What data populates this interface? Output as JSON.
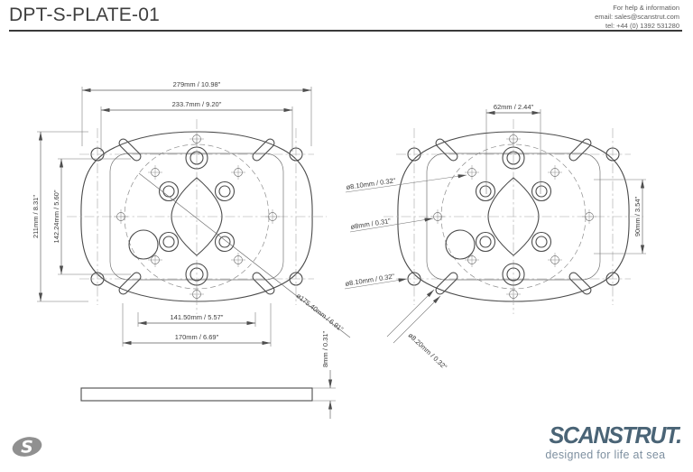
{
  "header": {
    "title": "DPT-S-PLATE-01",
    "contact": {
      "line1": "For help & information",
      "line2": "email: sales@scanstrut.com",
      "line3": "tel: +44 (0) 1392 531280"
    }
  },
  "front_view": {
    "width_outer": "279mm / 10.98\"",
    "width_inner": "233.7mm / 9.20\"",
    "height_outer": "211mm / 8.31\"",
    "height_inner": "142.24mm / 5.60\"",
    "bottom_inner": "141.50mm / 5.57\"",
    "bottom_outer": "170mm / 6.69\"",
    "circle_diameter": "ø175.40mm / 6.91\""
  },
  "back_view": {
    "top_span": "62mm / 2.44\"",
    "right_span": "90mm / 3.54\"",
    "hole_a": "ø8.10mm / 0.32\"",
    "hole_b": "ø8mm / 0.31\"",
    "hole_c": "ø8.10mm / 0.32\"",
    "slot_width": "ø8.20mm / 0.32\""
  },
  "side_view": {
    "thickness": "8mm / 0.31\""
  },
  "footer": {
    "brand": "SCANSTRUT",
    "brand_dot": ".",
    "tagline": "designed for life at sea",
    "logo": "scanstrut-s-icon"
  },
  "colors": {
    "line": "#4b4b4b",
    "brand": "#4a6476",
    "tagline": "#7e90a0",
    "logo_gray": "#909090"
  }
}
